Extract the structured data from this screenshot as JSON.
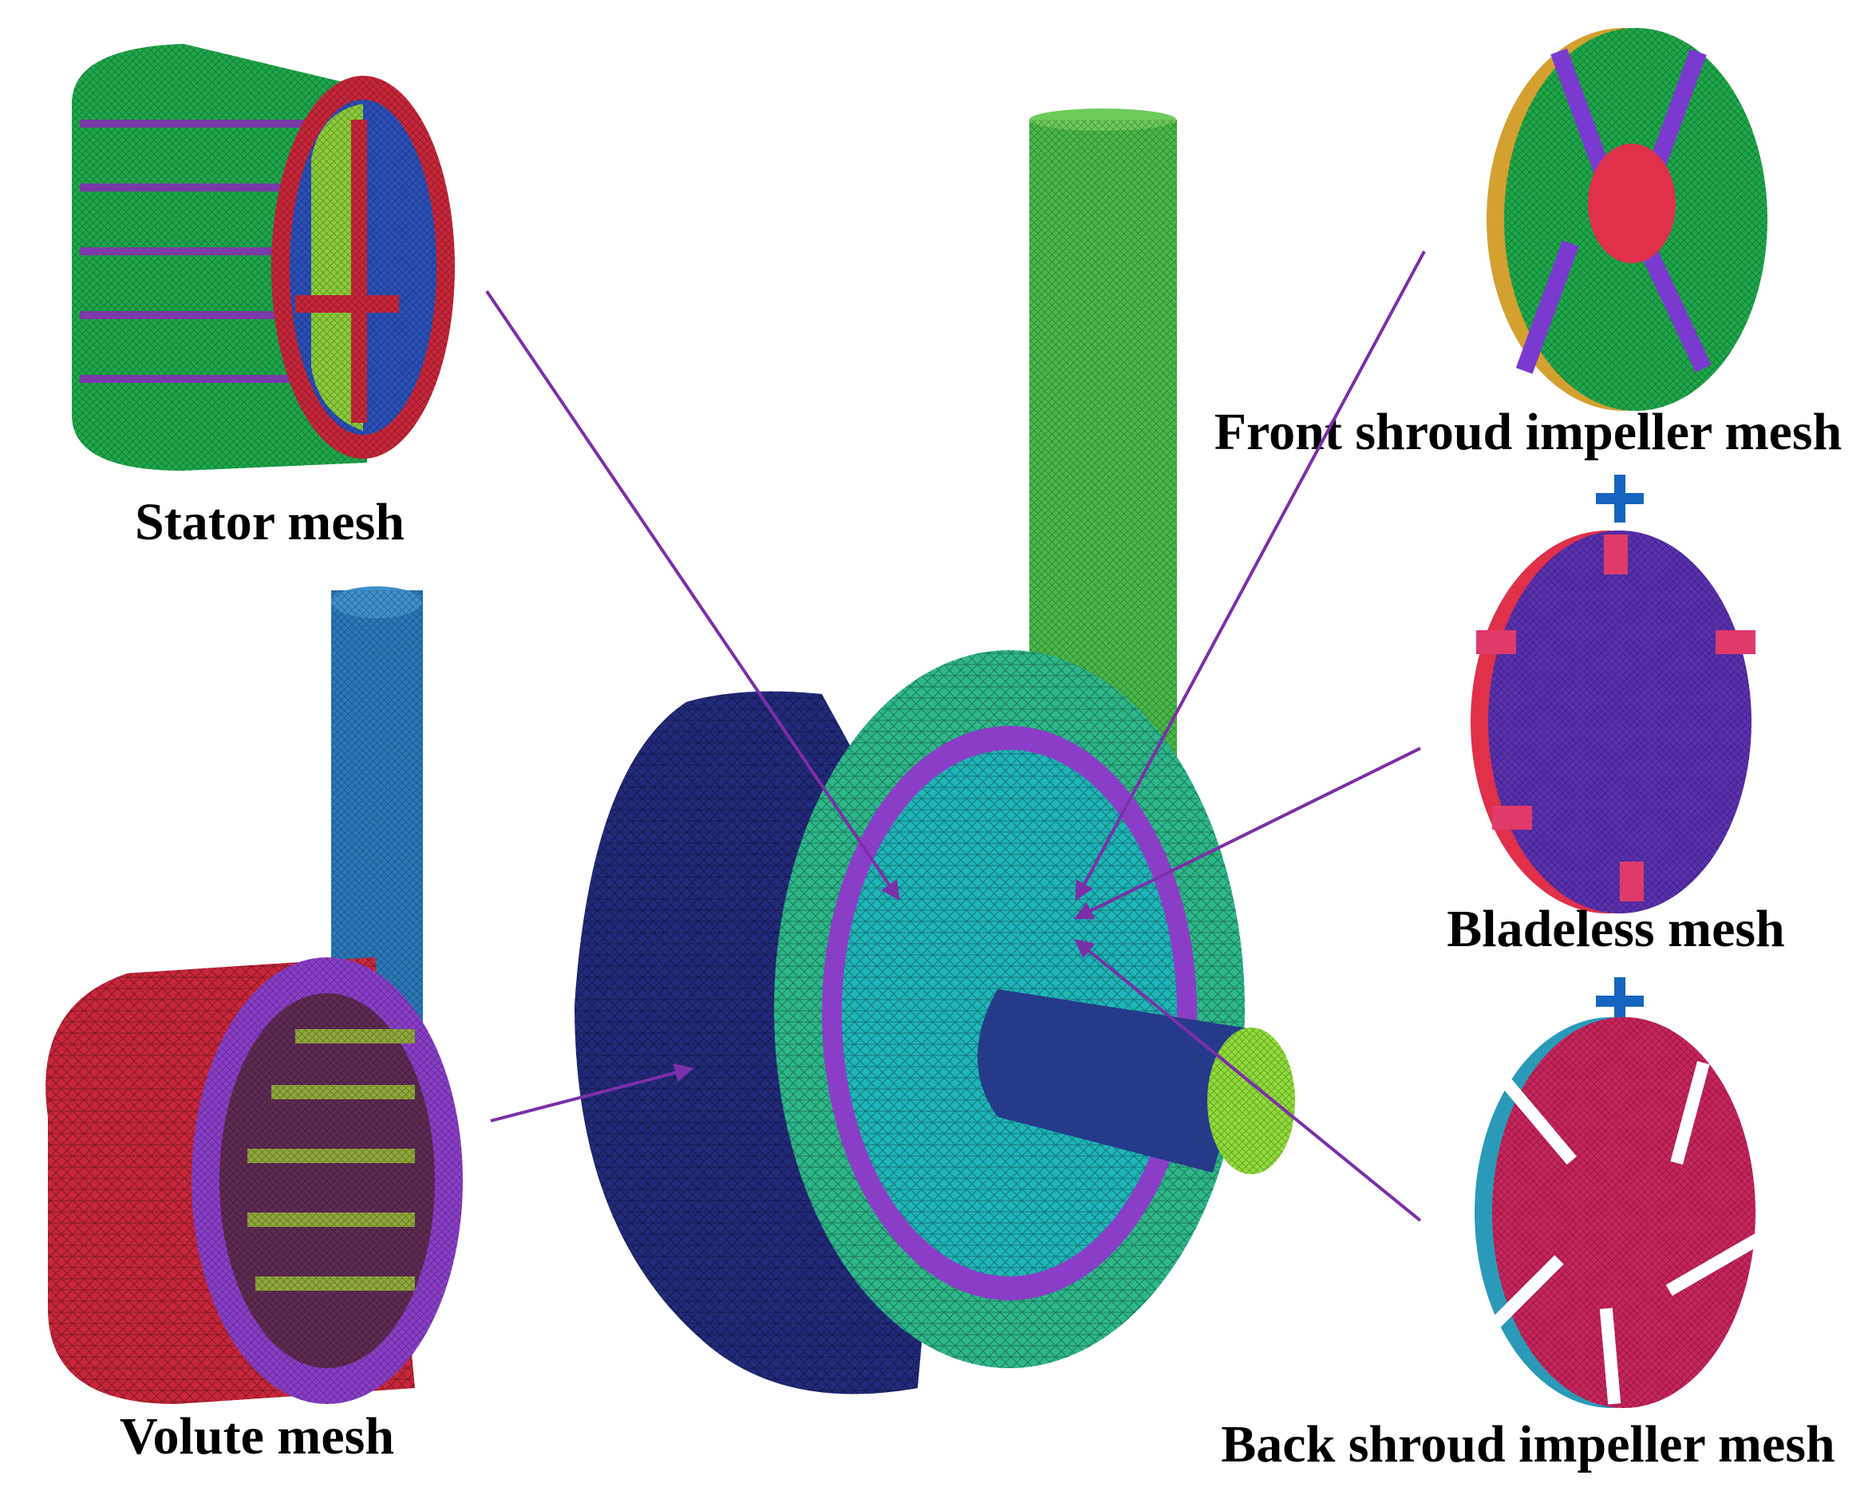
{
  "labels": {
    "stator": "Stator  mesh",
    "volute": "Volute mesh",
    "front": "Front shroud impeller mesh",
    "bladeless": "Bladeless mesh",
    "back": "Back shroud impeller mesh"
  },
  "colors": {
    "arrow": "#7b2fa8",
    "plus": "#1565c0",
    "mesh_green": "#1ea84a",
    "mesh_cyan": "#1fb6b8",
    "mesh_navy": "#222a7a",
    "mesh_red": "#c8263a",
    "mesh_purple": "#6a2fb0",
    "mesh_pink": "#c8245c",
    "mesh_blue": "#2a78b8",
    "mesh_yellowgreen": "#8fdc3a",
    "mesh_orange": "#d4a030"
  }
}
